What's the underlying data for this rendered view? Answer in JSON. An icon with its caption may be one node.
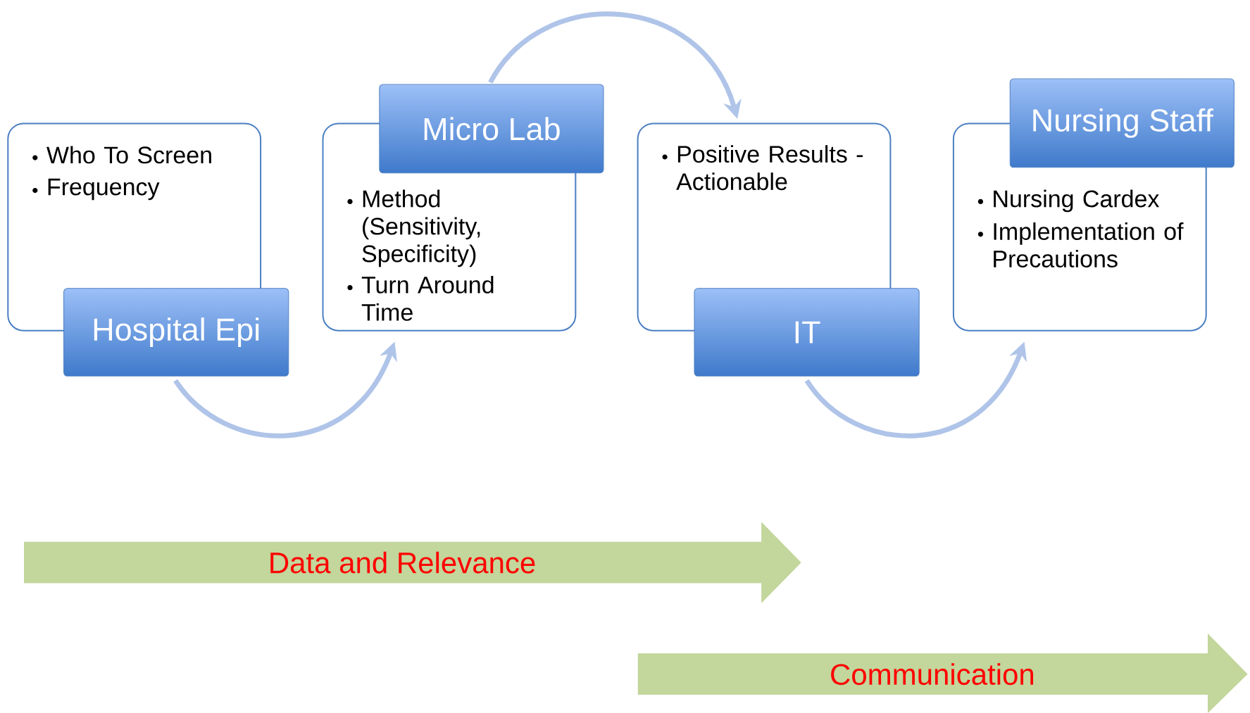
{
  "diagram": {
    "nodes": [
      {
        "text": [
          "Who To Screen",
          "Frequency"
        ]
      },
      {
        "text": [
          "Hospital Epi"
        ]
      },
      {
        "text": [
          "Method (Sensitivity, Specificity)",
          "Turn Around Time"
        ]
      },
      {
        "text": [
          "Micro Lab"
        ]
      },
      {
        "text": [
          "Positive Results - Actionable"
        ]
      },
      {
        "text": [
          "IT"
        ]
      },
      {
        "text": [
          "Nursing Cardex",
          "Implementation of Precautions"
        ]
      },
      {
        "text": [
          "Nursing Staff"
        ]
      },
      {
        "text": [
          "Data and Relevance"
        ]
      },
      {
        "text": [
          "Communication"
        ]
      }
    ],
    "edges": [
      {
        "from": 1,
        "to": 2,
        "arrow": "to"
      },
      {
        "from": 3,
        "to": 4,
        "arrow": "to"
      },
      {
        "from": 5,
        "to": 6,
        "arrow": "to"
      }
    ]
  }
}
